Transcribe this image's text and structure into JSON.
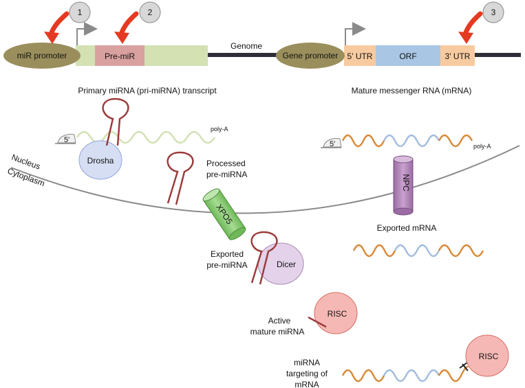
{
  "genome": {
    "label": "Genome",
    "mir_promoter": "miR promoter",
    "pre_mir": "Pre-miR",
    "gene_promoter": "Gene promoter",
    "utr5": "5' UTR",
    "orf": "ORF",
    "utr3": "3' UTR",
    "pri_mirna_caption": "Primary miRNA (pri-miRNA) transcript",
    "mrna_caption": "Mature messenger RNA (mRNA)"
  },
  "markers": [
    "1",
    "2",
    "3"
  ],
  "nucleus_label": "Nucleus",
  "cytoplasm_label": "Cytoplasm",
  "cap_label": "5'",
  "polya_label": "poly-A",
  "drosha": "Drosha",
  "processed_line1": "Processed",
  "processed_line2": "pre-miRNA",
  "xpo5": "XPO5",
  "npc": "NPC",
  "exported_mrna": "Exported mRNA",
  "exported_line1": "Exported",
  "exported_line2": "pre-miRNA",
  "dicer": "Dicer",
  "risc": "RISC",
  "active_line1": "Active",
  "active_line2": "mature miRNA",
  "targeting_line1": "miRNA",
  "targeting_line2": "targeting of",
  "targeting_line3": "mRNA",
  "colors": {
    "promoter": "#9a8f5c",
    "pri_transcript": "#d3e1b3",
    "pre_mir": "#d9a0a0",
    "utr": "#f7caa0",
    "orf": "#a9c6e4",
    "arrow_red": "#e53a22",
    "hairpin": "#9b3c3c",
    "mrna_orange": "#d98a3a",
    "mrna_blue": "#a3bddc",
    "drosha": "#d6def4",
    "dicer": "#e3d2ea",
    "risc": "#f6b8b4",
    "xpo5": "#8fcf7c",
    "npc": "#b98fc0"
  }
}
